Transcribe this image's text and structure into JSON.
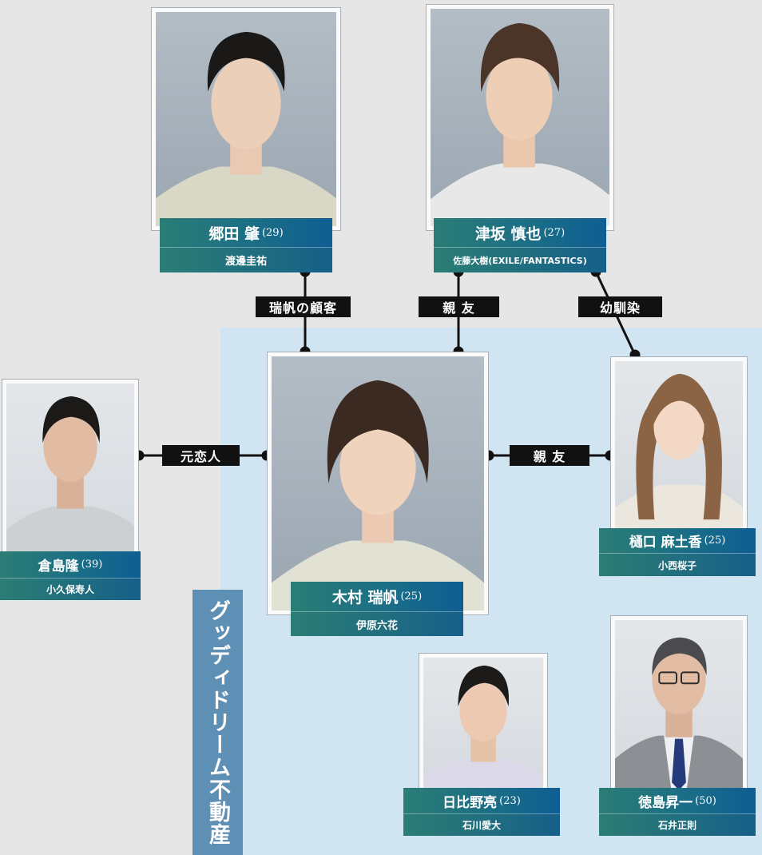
{
  "company": {
    "label": "グッディドリーム不動産"
  },
  "relations": {
    "goda_client": "瑞帆の顧客",
    "tsusaka_friend": "親 友",
    "childhood": "幼馴染",
    "ex_lover": "元恋人",
    "higuchi_friend": "親 友"
  },
  "characters": {
    "goda": {
      "name": "郷田 肇",
      "age": "(29)",
      "actor": "渡邊圭祐"
    },
    "tsusaka": {
      "name": "津坂 慎也",
      "age": "(27)",
      "actor": "佐藤大樹(EXILE/FANTASTICS)"
    },
    "kimura": {
      "name": "木村 瑞帆",
      "age": "(25)",
      "actor": "伊原六花"
    },
    "kurashima": {
      "name": "倉島隆",
      "age": "(39)",
      "actor": "小久保寿人"
    },
    "higuchi": {
      "name": "樋口 麻土香",
      "age": "(25)",
      "actor": "小西桜子"
    },
    "hibino": {
      "name": "日比野亮",
      "age": "(23)",
      "actor": "石川愛大"
    },
    "tokushima": {
      "name": "徳島昇一",
      "age": "(50)",
      "actor": "石井正則"
    }
  },
  "colors": {
    "background": "#e6e6e6",
    "company_area": "#d1e4f2",
    "company_label": "#5e8fb5",
    "nameplate_start": "#2b7d75",
    "nameplate_end": "#0f5e93",
    "relation_label": "#111111"
  }
}
